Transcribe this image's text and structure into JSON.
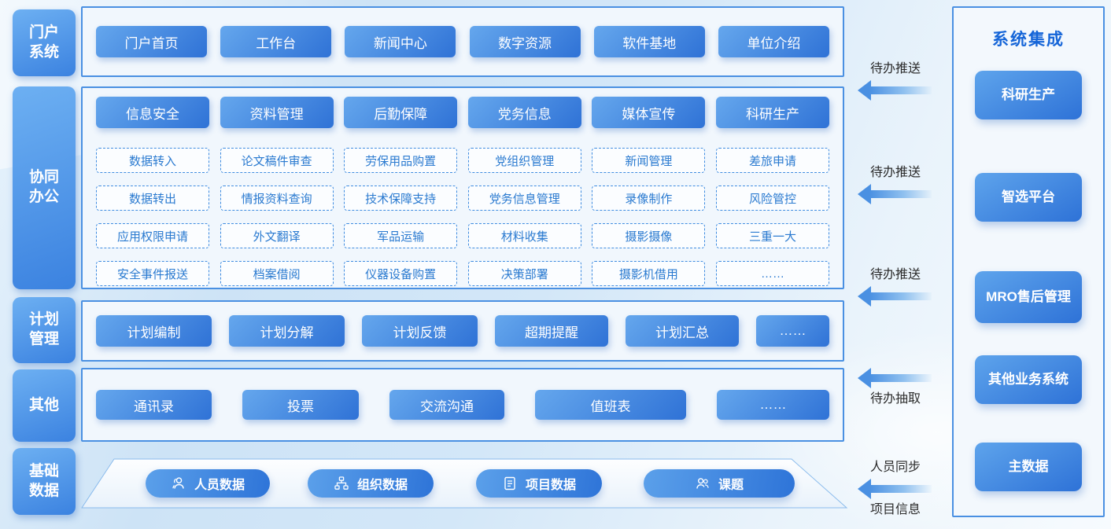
{
  "colors": {
    "accent_border": "#4a90e2",
    "button_gradient_start": "#65a7ed",
    "button_gradient_end": "#2f72d6",
    "section_bg": "#f1f7fd",
    "panel_bg": "#f3f8fd",
    "dashed_text": "#2a7ad0",
    "panel_title": "#1565d8",
    "page_bg": "#cde3f6"
  },
  "sidebar": [
    {
      "label": "门户系统"
    },
    {
      "label": "协同办公"
    },
    {
      "label": "计划管理"
    },
    {
      "label": "其他"
    },
    {
      "label": "基础数据"
    }
  ],
  "portal_row": [
    "门户首页",
    "工作台",
    "新闻中心",
    "数字资源",
    "软件基地",
    "单位介绍"
  ],
  "collab": [
    {
      "header": "信息安全",
      "items": [
        "数据转入",
        "数据转出",
        "应用权限申请",
        "安全事件报送"
      ]
    },
    {
      "header": "资料管理",
      "items": [
        "论文稿件审查",
        "情报资料查询",
        "外文翻译",
        "档案借阅"
      ]
    },
    {
      "header": "后勤保障",
      "items": [
        "劳保用品购置",
        "技术保障支持",
        "军品运输",
        "仪器设备购置"
      ]
    },
    {
      "header": "党务信息",
      "items": [
        "党组织管理",
        "党务信息管理",
        "材料收集",
        "决策部署"
      ]
    },
    {
      "header": "媒体宣传",
      "items": [
        "新闻管理",
        "录像制作",
        "摄影摄像",
        "摄影机借用"
      ]
    },
    {
      "header": "科研生产",
      "items": [
        "差旅申请",
        "风险管控",
        "三重一大",
        "……"
      ]
    }
  ],
  "plan_row": [
    "计划编制",
    "计划分解",
    "计划反馈",
    "超期提醒",
    "计划汇总",
    "……"
  ],
  "other_row": [
    "通讯录",
    "投票",
    "交流沟通",
    "值班表",
    "……"
  ],
  "base_row": [
    {
      "icon": "person-icon",
      "label": "人员数据"
    },
    {
      "icon": "org-chart-icon",
      "label": "组织数据"
    },
    {
      "icon": "document-icon",
      "label": "项目数据"
    },
    {
      "icon": "group-icon",
      "label": "课题"
    }
  ],
  "flows": [
    {
      "top": "待办推送"
    },
    {
      "top": "待办推送"
    },
    {
      "top": "待办推送"
    },
    {
      "bottom": "待办抽取"
    },
    {
      "top": "人员同步",
      "bottom": "项目信息"
    }
  ],
  "integration": {
    "title": "系统集成",
    "items": [
      "科研生产",
      "智选平台",
      "MRO售后管理",
      "其他业务系统",
      "主数据"
    ]
  }
}
